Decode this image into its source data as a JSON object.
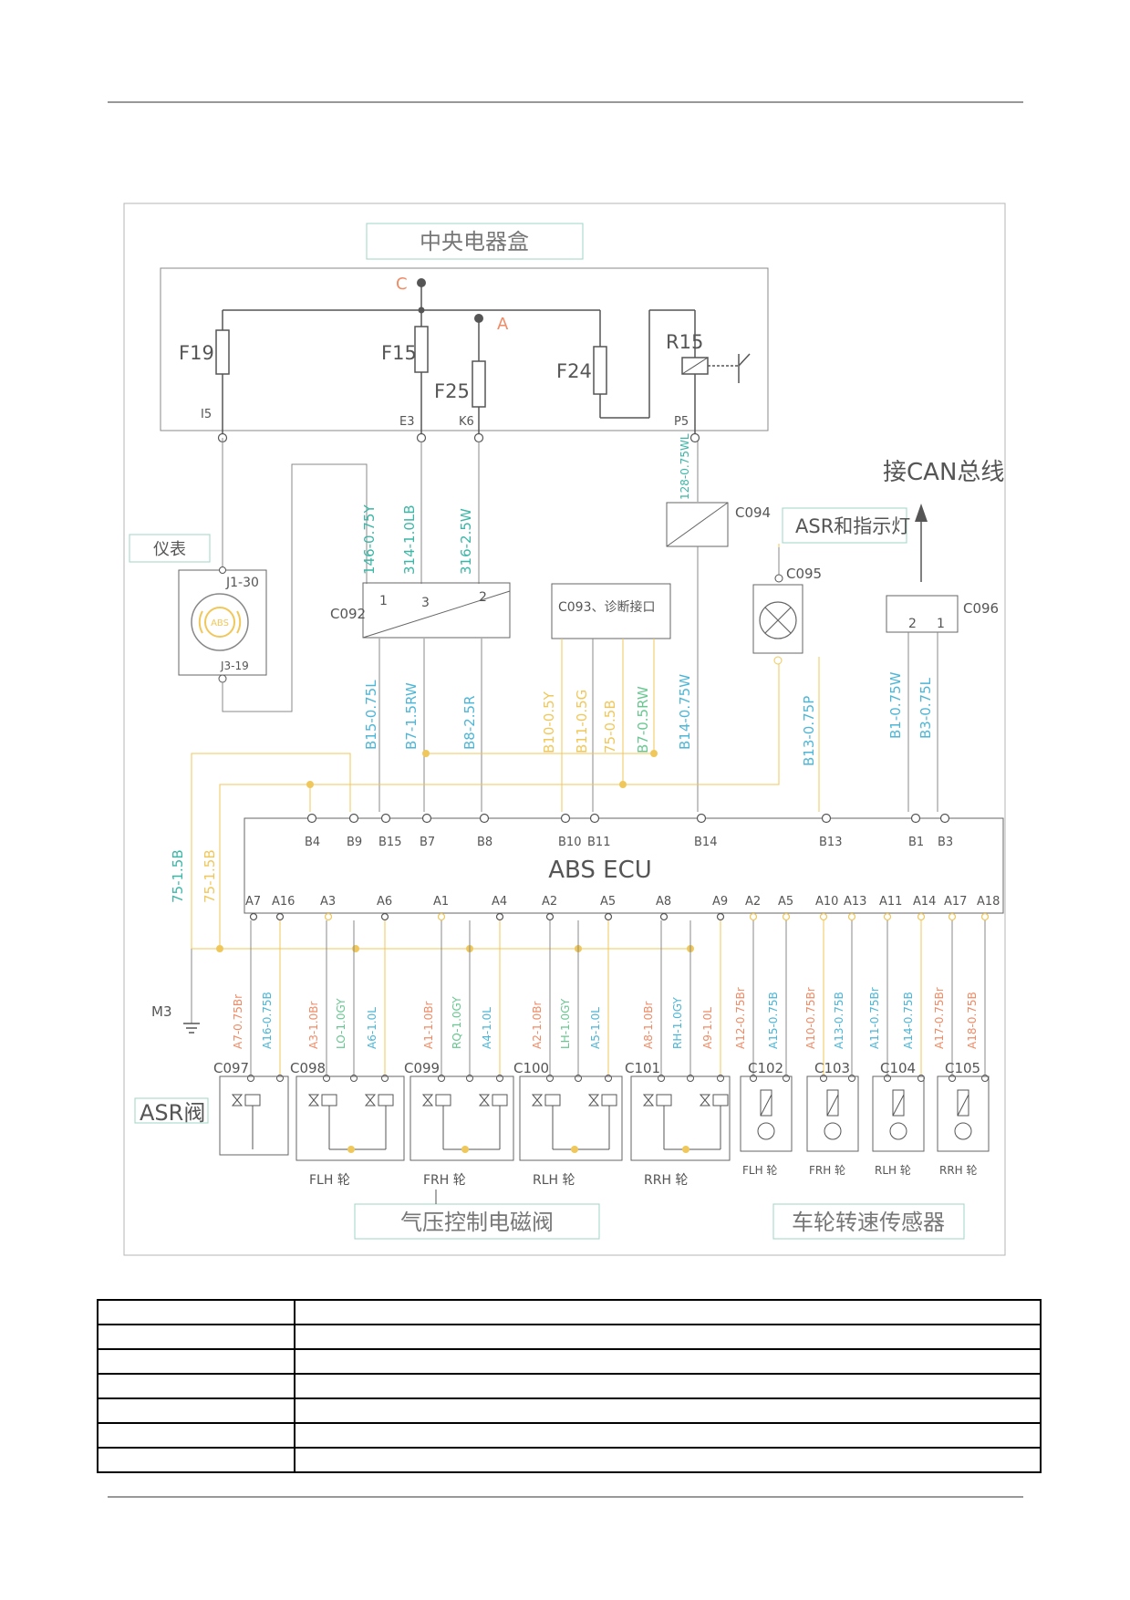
{
  "diagram": {
    "center_box_title": "中央电器盒",
    "node_c": "C",
    "node_a": "A",
    "fuses": {
      "f19": "F19",
      "f15": "F15",
      "f25": "F25",
      "f24": "F24",
      "r15": "R15"
    },
    "pins": {
      "i5": "I5",
      "e3": "E3",
      "k6": "K6",
      "p5": "P5"
    },
    "can_label": "接CAN总线",
    "asr_lamp_label": "ASR和指示灯",
    "instrument_label": "仪表",
    "instrument_pins": {
      "top": "J1-30",
      "bottom": "J3-19"
    },
    "abs_icon_text": "ABS",
    "connectors": {
      "c092": "C092",
      "c093": "C093、诊断接口",
      "c094": "C094",
      "c095": "C095",
      "c096": "C096",
      "c092_pins": [
        "1",
        "3",
        "2"
      ],
      "c096_pins": [
        "2",
        "1"
      ],
      "c097": "C097",
      "c098": "C098",
      "c099": "C099",
      "c100": "C100",
      "c101": "C101",
      "c102": "C102",
      "c103": "C103",
      "c104": "C104",
      "c105": "C105"
    },
    "upper_wires": {
      "w146": "146-0.75Y",
      "w314": "314-1.0LB",
      "w316": "316-2.5W",
      "w128": "128-0.75WL"
    },
    "mid_wires": {
      "b15": "B15-0.75L",
      "b7": "B7-1.5RW",
      "b8": "B8-2.5R",
      "b10": "B10-0.5Y",
      "b11": "B11-0.5G",
      "w75": "75-0.5B",
      "b7b": "B7-0.5RW",
      "b14": "B14-0.75W",
      "b13": "B13-0.75P",
      "b1": "B1-0.75W",
      "b3": "B3-0.75L"
    },
    "ecu_label": "ABS ECU",
    "ecu_top_pins": [
      "B4",
      "B9",
      "B15",
      "B7",
      "B8",
      "B10",
      "B11",
      "B14",
      "B13",
      "B1",
      "B3"
    ],
    "ecu_bottom_pins": [
      "A7",
      "A16",
      "A3",
      "A6",
      "A1",
      "A4",
      "A2",
      "A5",
      "A8",
      "A9",
      "A2",
      "A5",
      "A10",
      "A13",
      "A11",
      "A14",
      "A17",
      "A18"
    ],
    "left_wires": {
      "w75b": "75-1.5B",
      "w75b2": "75-1.5B"
    },
    "ground_label": "M3",
    "lower_wires": [
      "A7-0.75Br",
      "A16-0.75B",
      "A3-1.0Br",
      "LO-1.0GY",
      "A6-1.0L",
      "A1-1.0Br",
      "RQ-1.0GY",
      "A4-1.0L",
      "A2-1.0Br",
      "LH-1.0GY",
      "A5-1.0L",
      "A8-1.0Br",
      "RH-1.0GY",
      "A9-1.0L",
      "A12-0.75Br",
      "A15-0.75B",
      "A10-0.75Br",
      "A13-0.75B",
      "A11-0.75Br",
      "A14-0.75B",
      "A17-0.75Br",
      "A18-0.75B"
    ],
    "asr_valve_label": "ASR阀",
    "valve_wheels": [
      "FLH 轮",
      "FRH 轮",
      "RLH 轮",
      "RRH 轮"
    ],
    "sensor_wheels": [
      "FLH 轮",
      "FRH 轮",
      "RLH 轮",
      "RRH 轮"
    ],
    "valve_group_label": "气压控制电磁阀",
    "sensor_group_label": "车轮转速传感器"
  },
  "colors": {
    "frame": "#aaaaaa",
    "wire_dark": "#666666",
    "wire_yellow": "#f0c75a",
    "label_teal": "#3cb6a6",
    "label_blue": "#4db6d6",
    "label_orange": "#ef8b66",
    "label_yellow": "#f0c75a",
    "label_green": "#68c790",
    "node_red": "#ef8b66"
  },
  "table": {
    "rows": 7
  }
}
